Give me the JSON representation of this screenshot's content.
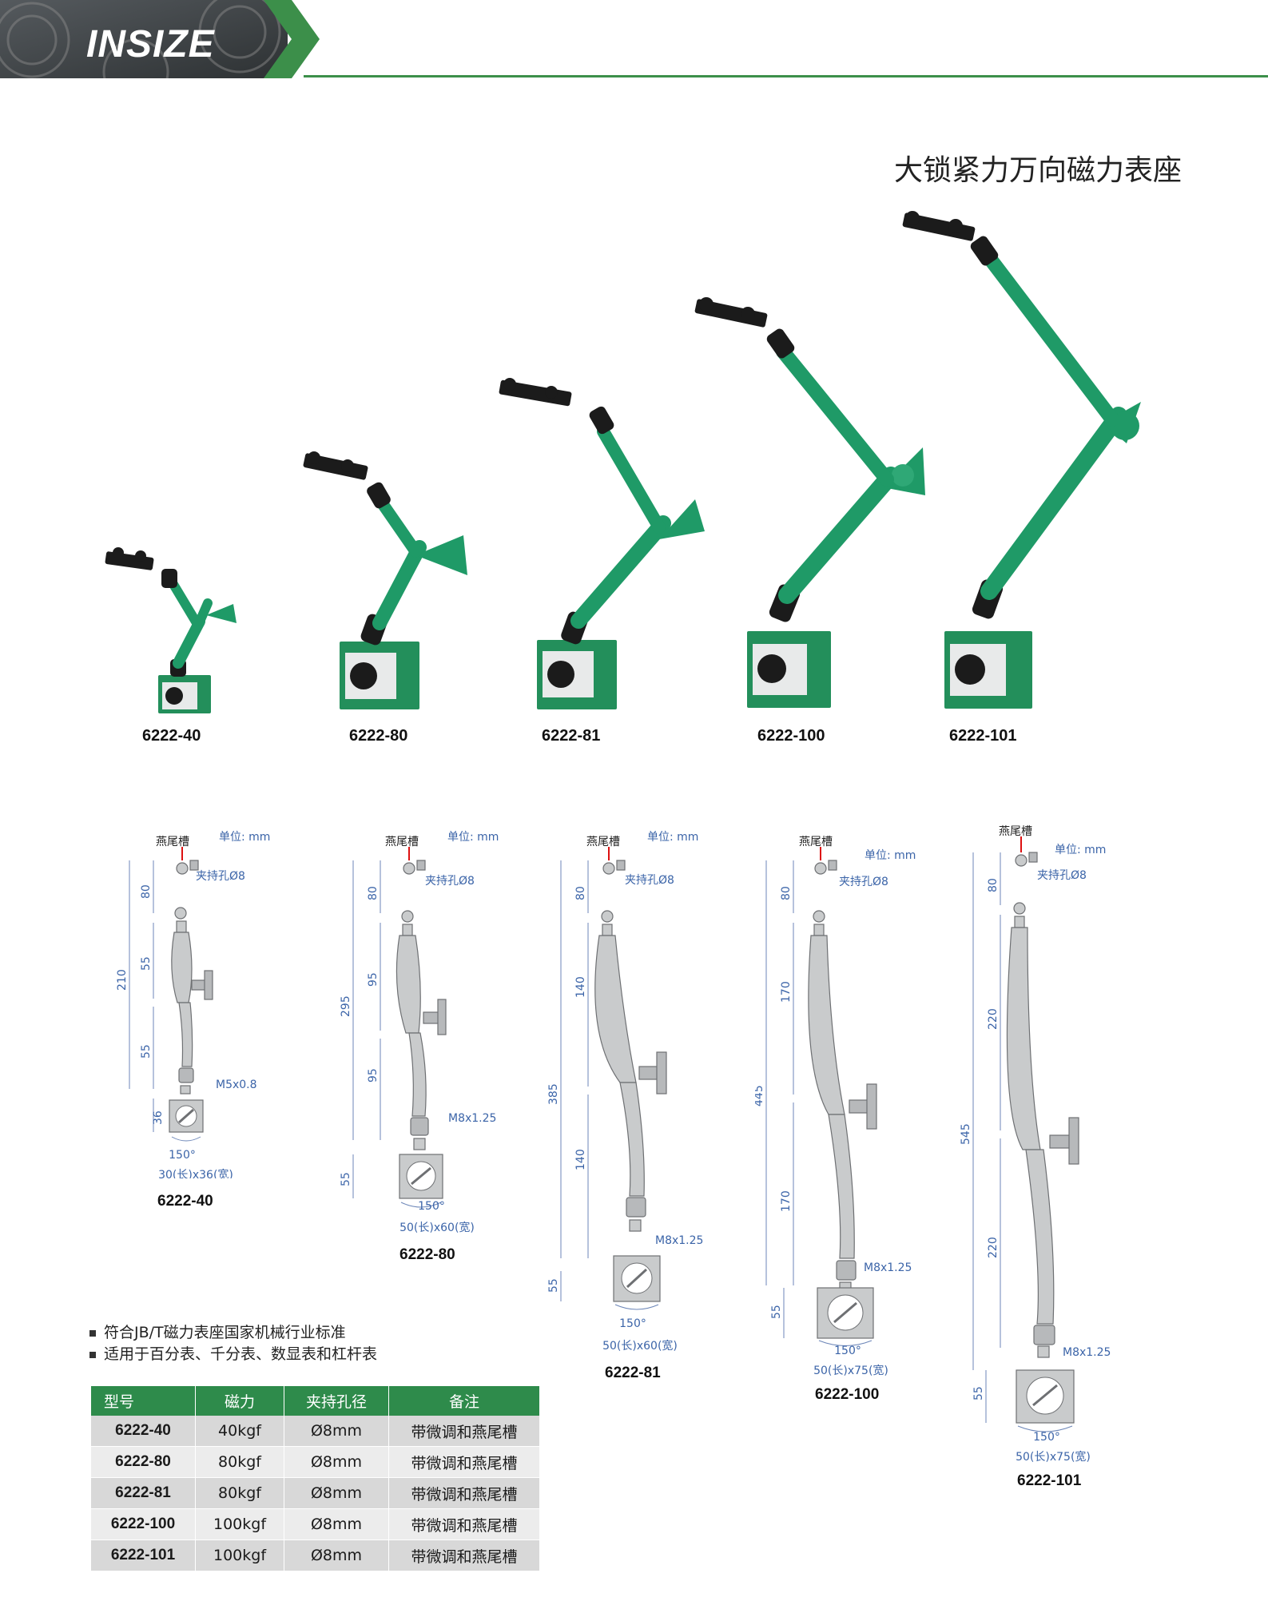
{
  "header": {
    "brand": "INSIZE",
    "accent_color": "#3c8f4a"
  },
  "title": "大锁紧力万向磁力表座",
  "products": [
    {
      "model": "6222-40"
    },
    {
      "model": "6222-80"
    },
    {
      "model": "6222-81"
    },
    {
      "model": "6222-100"
    },
    {
      "model": "6222-101"
    }
  ],
  "drawings": [
    {
      "model": "6222-40",
      "dovetail": "燕尾槽",
      "unit": "单位: mm",
      "clamp": "夹持孔Ø8",
      "total": "210",
      "seg1": "80",
      "seg2": "55",
      "seg3": "55",
      "base_h": "36",
      "thread": "M5x0.8",
      "angle": "150°",
      "base_size": "30(长)x36(宽)"
    },
    {
      "model": "6222-80",
      "dovetail": "燕尾槽",
      "unit": "单位: mm",
      "clamp": "夹持孔Ø8",
      "total": "295",
      "seg1": "80",
      "seg2": "95",
      "seg3": "95",
      "base_h": "55",
      "thread": "M8x1.25",
      "angle": "150°",
      "base_size": "50(长)x60(宽)"
    },
    {
      "model": "6222-81",
      "dovetail": "燕尾槽",
      "unit": "单位: mm",
      "clamp": "夹持孔Ø8",
      "total": "385",
      "seg1": "80",
      "seg2": "140",
      "seg3": "140",
      "base_h": "55",
      "thread": "M8x1.25",
      "angle": "150°",
      "base_size": "50(长)x60(宽)"
    },
    {
      "model": "6222-100",
      "dovetail": "燕尾槽",
      "unit": "单位: mm",
      "clamp": "夹持孔Ø8",
      "total": "445",
      "seg1": "80",
      "seg2": "170",
      "seg3": "170",
      "base_h": "55",
      "thread": "M8x1.25",
      "angle": "150°",
      "base_size": "50(长)x75(宽)"
    },
    {
      "model": "6222-101",
      "dovetail": "燕尾槽",
      "unit": "单位: mm",
      "clamp": "夹持孔Ø8",
      "total": "545",
      "seg1": "80",
      "seg2": "220",
      "seg3": "220",
      "base_h": "55",
      "thread": "M8x1.25",
      "angle": "150°",
      "base_size": "50(长)x75(宽)"
    }
  ],
  "features": [
    "符合JB/T磁力表座国家机械行业标准",
    "适用于百分表、千分表、数显表和杠杆表"
  ],
  "table": {
    "headers": [
      "型号",
      "磁力",
      "夹持孔径",
      "备注"
    ],
    "rows": [
      [
        "6222-40",
        "40kgf",
        "Ø8mm",
        "带微调和燕尾槽"
      ],
      [
        "6222-80",
        "80kgf",
        "Ø8mm",
        "带微调和燕尾槽"
      ],
      [
        "6222-81",
        "80kgf",
        "Ø8mm",
        "带微调和燕尾槽"
      ],
      [
        "6222-100",
        "100kgf",
        "Ø8mm",
        "带微调和燕尾槽"
      ],
      [
        "6222-101",
        "100kgf",
        "Ø8mm",
        "带微调和燕尾槽"
      ]
    ]
  },
  "colors": {
    "arm_green": "#1f9a67",
    "base_green": "#238f5b",
    "knob_black": "#1b1b1b",
    "table_header": "#2e8b4b"
  }
}
